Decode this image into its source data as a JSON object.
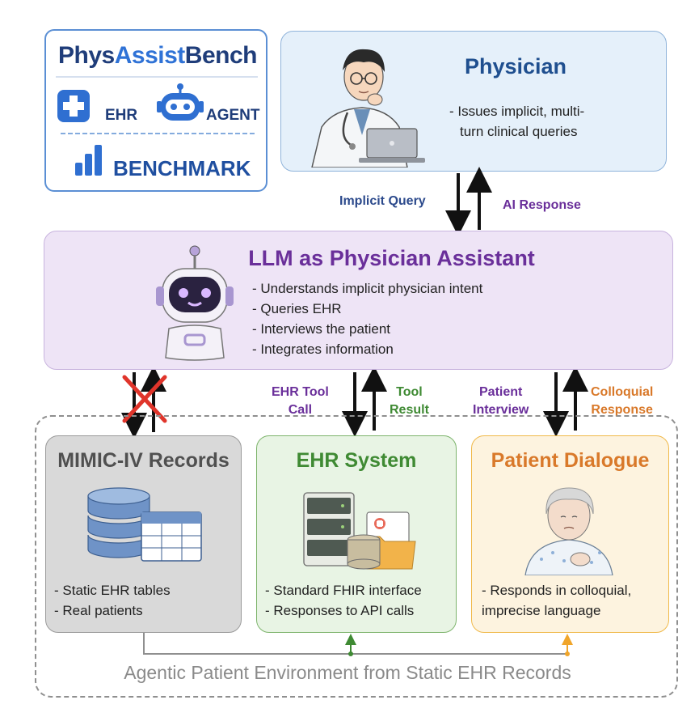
{
  "logo": {
    "title_part1": "Phys",
    "title_part2": "Assist",
    "title_part3": "Bench",
    "ehr_label": "EHR",
    "agent_label": "AGENT",
    "benchmark_label": "BENCHMARK"
  },
  "physician": {
    "title": "Physician",
    "desc_line1": "- Issues implicit, multi-",
    "desc_line2": "turn clinical queries"
  },
  "arrows": {
    "implicit_query": "Implicit Query",
    "ai_response": "AI Response",
    "ehr_tool_call_line1": "EHR Tool",
    "ehr_tool_call_line2": "Call",
    "tool_result_line1": "Tool",
    "tool_result_line2": "Result",
    "patient_interview_line1": "Patient",
    "patient_interview_line2": "Interview",
    "colloquial_response_line1": "Colloquial",
    "colloquial_response_line2": "Response"
  },
  "llm": {
    "title": "LLM as Physician Assistant",
    "items": [
      "- Understands implicit physician intent",
      "- Queries EHR",
      "- Interviews the patient",
      "- Integrates information"
    ]
  },
  "mimic": {
    "title": "MIMIC-IV Records",
    "desc_line1": "- Static EHR tables",
    "desc_line2": "- Real patients"
  },
  "ehr_system": {
    "title": "EHR System",
    "desc_line1": "- Standard FHIR interface",
    "desc_line2": "- Responses to API calls"
  },
  "patient": {
    "title": "Patient Dialogue",
    "desc_line1": "- Responds in colloquial,",
    "desc_line2": "imprecise language"
  },
  "environment": {
    "caption": "Agentic Patient Environment from Static EHR Records"
  },
  "colors": {
    "physician_blue": "#1f4f8f",
    "llm_purple": "#6a2f9a",
    "ehr_green": "#3f8a33",
    "patient_orange": "#d9792a",
    "cross_red": "#e0352b"
  }
}
